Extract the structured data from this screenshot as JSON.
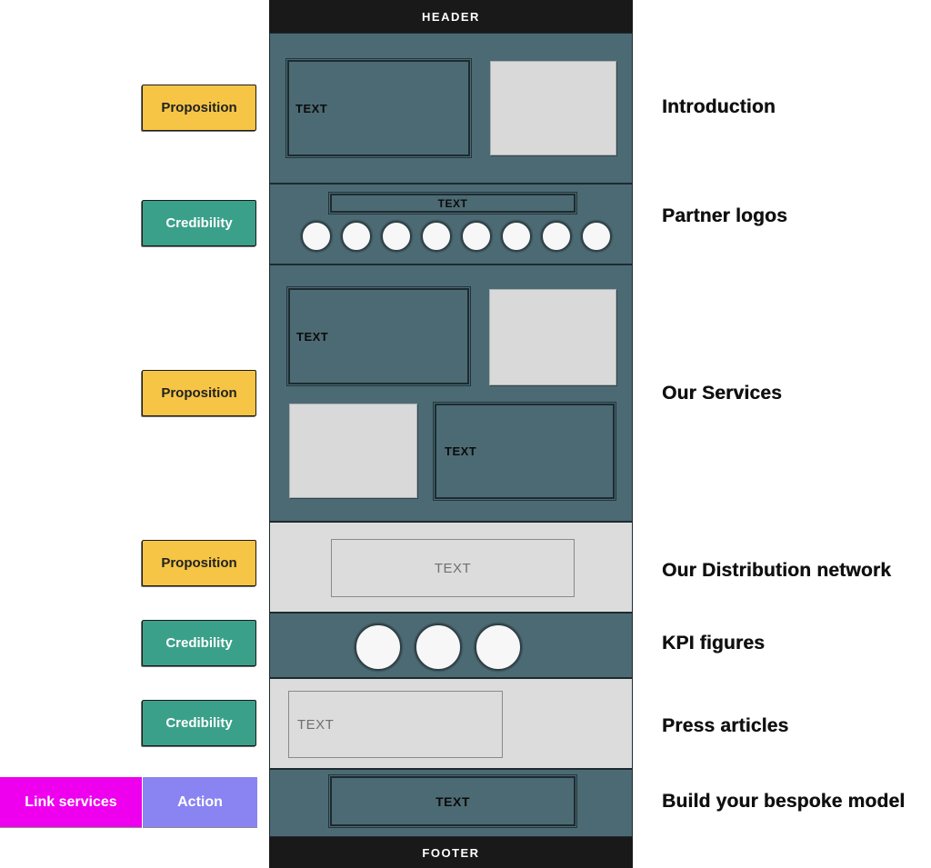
{
  "colors": {
    "slate": "#4C6A73",
    "ink": "#1C2B31",
    "bar": "#191919",
    "gray-section": "#DCDCDC",
    "gray-box": "#D9D9D9",
    "circle": "#F7F7F7",
    "yellow": "#F6C545",
    "teal": "#3BA08A",
    "magenta": "#EE00EE",
    "purple": "#8A84F2",
    "label-ink": "#101010"
  },
  "wireframe": {
    "header_label": "HEADER",
    "footer_label": "FOOTER",
    "placeholder": "TEXT",
    "partner_logo_count": 8,
    "kpi_circle_count": 3
  },
  "annotations": {
    "left": [
      {
        "label": "Proposition",
        "type": "proposition"
      },
      {
        "label": "Credibility",
        "type": "credibility"
      },
      {
        "label": "Proposition",
        "type": "proposition"
      },
      {
        "label": "Proposition",
        "type": "proposition"
      },
      {
        "label": "Credibility",
        "type": "credibility"
      },
      {
        "label": "Credibility",
        "type": "credibility"
      },
      {
        "label": "Link services",
        "type": "link"
      },
      {
        "label": "Action",
        "type": "action"
      }
    ],
    "right": [
      {
        "label": "Introduction"
      },
      {
        "label": "Partner logos"
      },
      {
        "label": "Our Services"
      },
      {
        "label": "Our Distribution network"
      },
      {
        "label": "KPI figures"
      },
      {
        "label": "Press articles"
      },
      {
        "label": "Build your bespoke model"
      }
    ]
  }
}
